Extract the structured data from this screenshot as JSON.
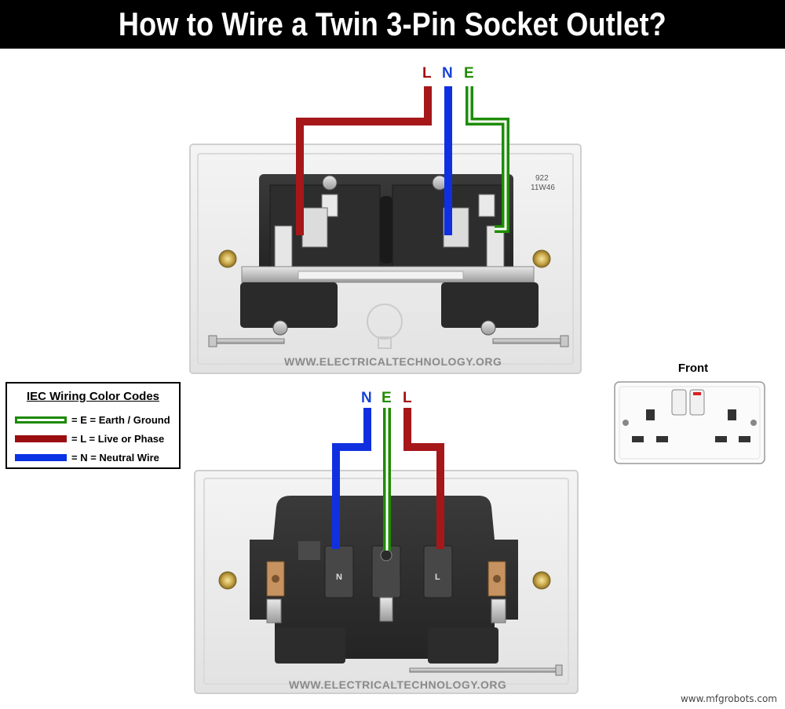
{
  "title": "How to Wire a Twin 3-Pin Socket Outlet?",
  "top_wires": {
    "live": "L",
    "neutral": "N",
    "earth": "E"
  },
  "bottom_wires": {
    "neutral": "N",
    "earth": "E",
    "live": "L"
  },
  "top_plate": {
    "part_line1": "922",
    "part_line2": "11W46"
  },
  "watermark": "WWW.ELECTRICALTECHNOLOGY.ORG",
  "terminals": {
    "neutral": "N",
    "live": "L"
  },
  "legend": {
    "title": "IEC Wiring Color Codes",
    "rows": [
      {
        "text": "= E = Earth / Ground",
        "color": "#1a8a00"
      },
      {
        "text": "= L = Live or Phase",
        "color": "#9b0e10"
      },
      {
        "text": "= N = Neutral Wire",
        "color": "#0a33e6"
      }
    ]
  },
  "front_label": "Front",
  "site": "www.mfgrobots.com",
  "colors": {
    "live": "#a6171a",
    "neutral": "#1030e0",
    "earth": "#1e8c00",
    "earth_label": "#1e8c00",
    "live_label": "#a30f12",
    "neutral_label": "#1742d6"
  }
}
